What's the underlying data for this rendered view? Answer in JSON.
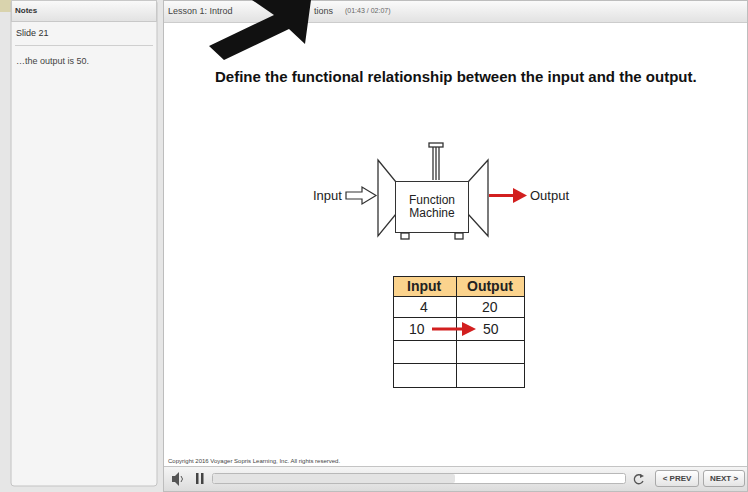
{
  "diagram": {
    "title": "Define the functional relationship between the input and the output.",
    "nodes": [
      {
        "text": [
          "Function Machine"
        ]
      },
      {
        "text": [
          "< PREV"
        ]
      },
      {
        "text": [
          "NEXT >"
        ]
      }
    ],
    "labels": [
      "Notes",
      "Slide 21",
      "…the output is 50.",
      "Lesson 1: Introd",
      "tions",
      "(01:43 / 02:07)",
      "Input",
      "Output",
      "Input",
      "Output",
      "4",
      "20",
      "10",
      "50",
      "Copyright 2016 Voyager Sopris Learning, Inc. All rights reserved."
    ]
  }
}
